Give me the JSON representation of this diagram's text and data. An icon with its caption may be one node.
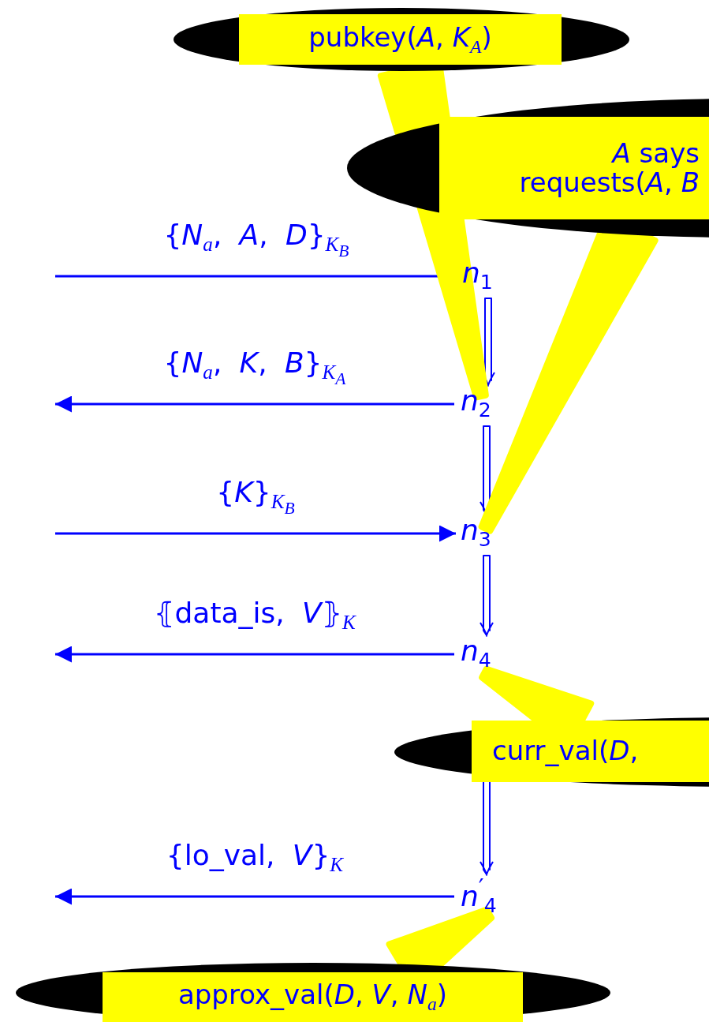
{
  "diagram": {
    "nodes": [
      {
        "text": [
          "pubkey(*A*, *K*$_{A}$)"
        ]
      },
      {
        "text": [
          "*A* says requests(*A*, *B*"
        ]
      },
      {
        "text": [
          "*n*$_{1}$"
        ]
      },
      {
        "text": [
          "*n*$_{2}$"
        ]
      },
      {
        "text": [
          "*n*$_{3}$"
        ]
      },
      {
        "text": [
          "*n*$_{4}$"
        ]
      },
      {
        "text": [
          "curr_val(*D*,"
        ]
      },
      {
        "text": [
          "*n*$^{′}$$_{4}$"
        ]
      },
      {
        "text": [
          "approx_val(*D*, *V*, *N*$_{a}$)"
        ]
      }
    ],
    "edges": [
      {
        "from": null,
        "to": 2,
        "arrow": "to",
        "label": "{*N*$_{a}$, *A*, *D*}$_{K}$$_{B}$"
      },
      {
        "from": 3,
        "to": null,
        "arrow": "to",
        "label": "{*N*$_{a}$, *K*, *B*}$_{K}$$_{A}$"
      },
      {
        "from": null,
        "to": 4,
        "arrow": "to",
        "label": "{*K*}$_{K}$$_{B}$"
      },
      {
        "from": 5,
        "to": null,
        "arrow": "to",
        "label": "⦃data_is, *V*⦄$_{K}$"
      },
      {
        "from": 7,
        "to": null,
        "arrow": "to",
        "label": "{lo_val, *V*}$_{K}$"
      },
      {
        "from": 2,
        "to": 3,
        "arrow": "to"
      },
      {
        "from": 3,
        "to": 4,
        "arrow": "to"
      },
      {
        "from": 4,
        "to": 5,
        "arrow": "to"
      },
      {
        "from": 6,
        "to": 7,
        "arrow": "to"
      },
      {
        "from": 0,
        "to": 3,
        "arrow": "none",
        "style": "thick",
        "color": "#ffff00"
      },
      {
        "from": 1,
        "to": 4,
        "arrow": "none",
        "style": "thick",
        "color": "#ffff00"
      },
      {
        "from": 5,
        "to": 6,
        "arrow": "none",
        "style": "thick",
        "color": "#ffff00"
      },
      {
        "from": 7,
        "to": 8,
        "arrow": "none",
        "style": "thick",
        "color": "#ffff00"
      }
    ]
  }
}
